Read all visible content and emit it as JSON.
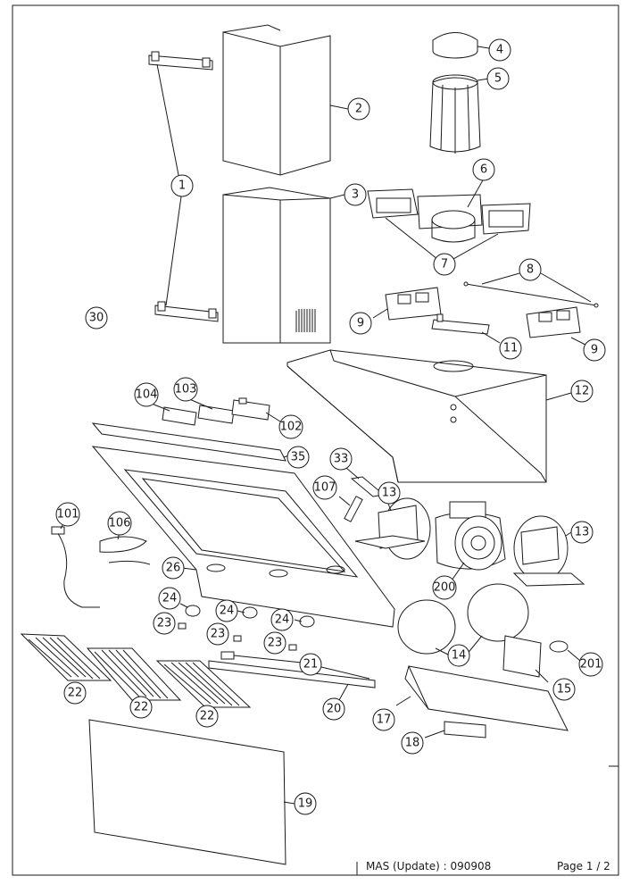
{
  "callouts": [
    {
      "id": "1",
      "label": "1"
    },
    {
      "id": "2",
      "label": "2"
    },
    {
      "id": "3",
      "label": "3"
    },
    {
      "id": "4",
      "label": "4"
    },
    {
      "id": "5",
      "label": "5"
    },
    {
      "id": "6",
      "label": "6"
    },
    {
      "id": "7",
      "label": "7"
    },
    {
      "id": "8",
      "label": "8"
    },
    {
      "id": "9a",
      "label": "9"
    },
    {
      "id": "9b",
      "label": "9"
    },
    {
      "id": "11",
      "label": "11"
    },
    {
      "id": "12",
      "label": "12"
    },
    {
      "id": "13a",
      "label": "13"
    },
    {
      "id": "13b",
      "label": "13"
    },
    {
      "id": "14",
      "label": "14"
    },
    {
      "id": "15",
      "label": "15"
    },
    {
      "id": "17",
      "label": "17"
    },
    {
      "id": "18",
      "label": "18"
    },
    {
      "id": "19",
      "label": "19"
    },
    {
      "id": "20",
      "label": "20"
    },
    {
      "id": "21",
      "label": "21"
    },
    {
      "id": "22a",
      "label": "22"
    },
    {
      "id": "22b",
      "label": "22"
    },
    {
      "id": "22c",
      "label": "22"
    },
    {
      "id": "23a",
      "label": "23"
    },
    {
      "id": "23b",
      "label": "23"
    },
    {
      "id": "23c",
      "label": "23"
    },
    {
      "id": "24a",
      "label": "24"
    },
    {
      "id": "24b",
      "label": "24"
    },
    {
      "id": "24c",
      "label": "24"
    },
    {
      "id": "26",
      "label": "26"
    },
    {
      "id": "30",
      "label": "30"
    },
    {
      "id": "33",
      "label": "33"
    },
    {
      "id": "35",
      "label": "35"
    },
    {
      "id": "101",
      "label": "101"
    },
    {
      "id": "102",
      "label": "102"
    },
    {
      "id": "103",
      "label": "103"
    },
    {
      "id": "104",
      "label": "104"
    },
    {
      "id": "106",
      "label": "106"
    },
    {
      "id": "107",
      "label": "107"
    },
    {
      "id": "200",
      "label": "200"
    },
    {
      "id": "201",
      "label": "201"
    }
  ],
  "footer": {
    "revision": "MAS (Update) : 090908",
    "page": "Page 1 / 2"
  },
  "colors": {
    "line": "#1a1a1a",
    "background": "#ffffff"
  }
}
